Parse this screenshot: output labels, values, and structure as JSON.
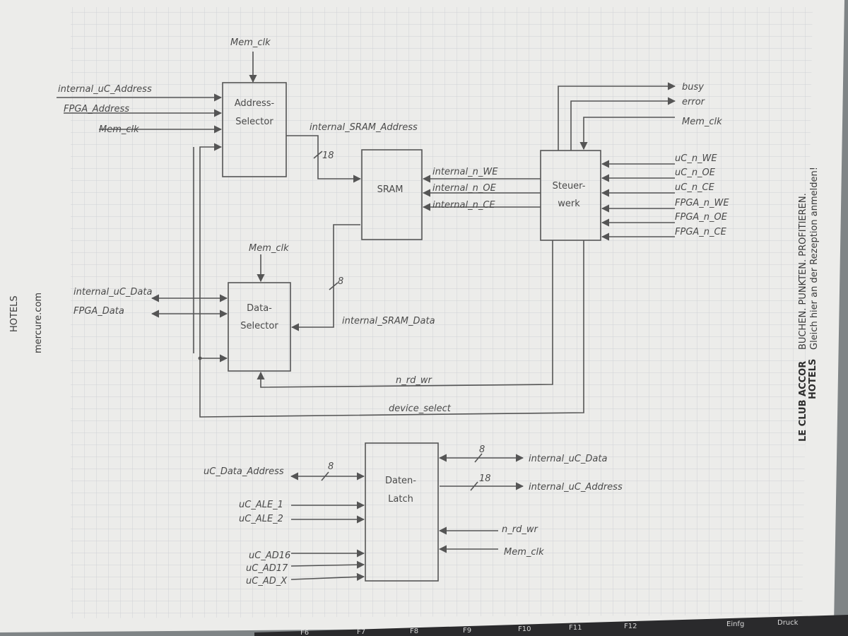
{
  "blocks": {
    "address_selector": [
      "Address-",
      "Selector"
    ],
    "sram": "SRAM",
    "steuerwerk": [
      "Steuer-",
      "werk"
    ],
    "data_selector": [
      "Data-",
      "Selector"
    ],
    "daten_latch": [
      "Daten-",
      "Latch"
    ]
  },
  "signals": {
    "mem_clk_top": "Mem_clk",
    "internal_uc_address_in": "internal_uC_Address",
    "fpga_address": "FPGA_Address",
    "mem_clk_addr": "Mem_clk",
    "internal_sram_address": "internal_SRAM_Address",
    "addr_width": "18",
    "internal_n_we": "internal_n_WE",
    "internal_n_oe": "internal_n_OE",
    "internal_n_ce": "internal_n_CE",
    "busy": "busy",
    "error": "error",
    "mem_clk_steuer": "Mem_clk",
    "uc_n_we": "uC_n_WE",
    "uc_n_oe": "uC_n_OE",
    "uc_n_ce": "uC_n_CE",
    "fpga_n_we": "FPGA_n_WE",
    "fpga_n_oe": "FPGA_n_OE",
    "fpga_n_ce": "FPGA_n_CE",
    "mem_clk_data": "Mem_clk",
    "internal_uc_data_in": "internal_uC_Data",
    "fpga_data": "FPGA_Data",
    "data_width": "8",
    "internal_sram_data": "internal_SRAM_Data",
    "n_rd_wr": "n_rd_wr",
    "device_select": "device_select",
    "uc_data_address": "uC_Data_Address",
    "latch_in_width": "8",
    "uc_ale_1": "uC_ALE_1",
    "uc_ale_2": "uC_ALE_2",
    "uc_ad16": "uC_AD16",
    "uc_ad17": "uC_AD17",
    "uc_ad_x": "uC_AD_X",
    "latch_data_width": "8",
    "internal_uc_data_out": "internal_uC_Data",
    "latch_addr_width": "18",
    "internal_uc_address_out": "internal_uC_Address",
    "n_rd_wr_latch": "n_rd_wr",
    "mem_clk_latch": "Mem_clk"
  },
  "side_text": {
    "brand_line1": "HOTELS",
    "brand_site": "mercure.com",
    "club_line1": "LE CLUB ACCOR",
    "club_line2": "HOTELS",
    "promo_line1": "BUCHEN. PUNKTEN. PROFITIEREN.",
    "promo_line2": "Gleich hier an der Rezeption anmelden!"
  },
  "keyboard_keys": [
    "F6",
    "F7",
    "F8",
    "F9",
    "F10",
    "F11",
    "F12",
    "Einfg",
    "Druck"
  ],
  "colors": {
    "paper": "#ececea",
    "grid": "#cfd2d6",
    "pencil": "#555555",
    "background": "#7f8486"
  }
}
